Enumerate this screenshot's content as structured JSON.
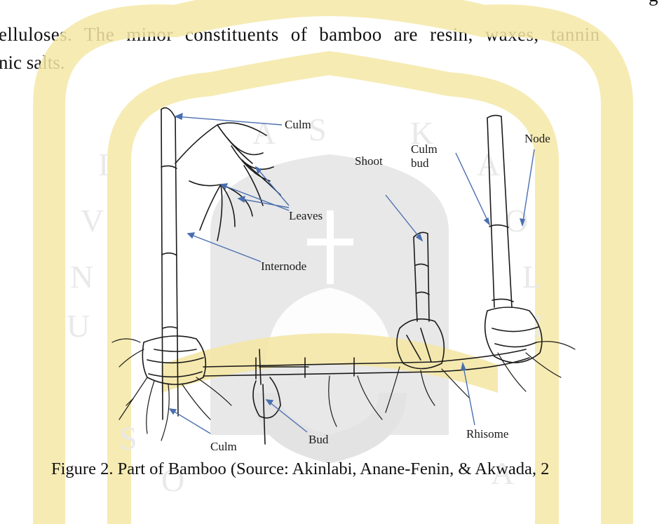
{
  "page": {
    "top_stub": "g",
    "line1": "elluloses. The minor constituents of bamboo are resin, waxes, tannin",
    "line2": "nic salts."
  },
  "watermark": {
    "ring_text": "UNIVERSITAS KATOLIK SOEGIJAPRANATA",
    "colors": {
      "gold": "#f7e9a6",
      "gray": "#e2e2e2"
    }
  },
  "figure": {
    "labels": {
      "culm_top": "Culm",
      "culm_bud_line1": "Culm",
      "culm_bud_line2": "bud",
      "node": "Node",
      "shoot": "Shoot",
      "leaves": "Leaves",
      "internode": "Internode",
      "rhisome": "Rhisome",
      "bud": "Bud",
      "culm_bottom": "Culm"
    },
    "caption": "Figure 2. Part of Bamboo (Source: Akinlabi, Anane-Fenin, & Akwada, 2",
    "arrow_color": "#4a6fb0"
  }
}
